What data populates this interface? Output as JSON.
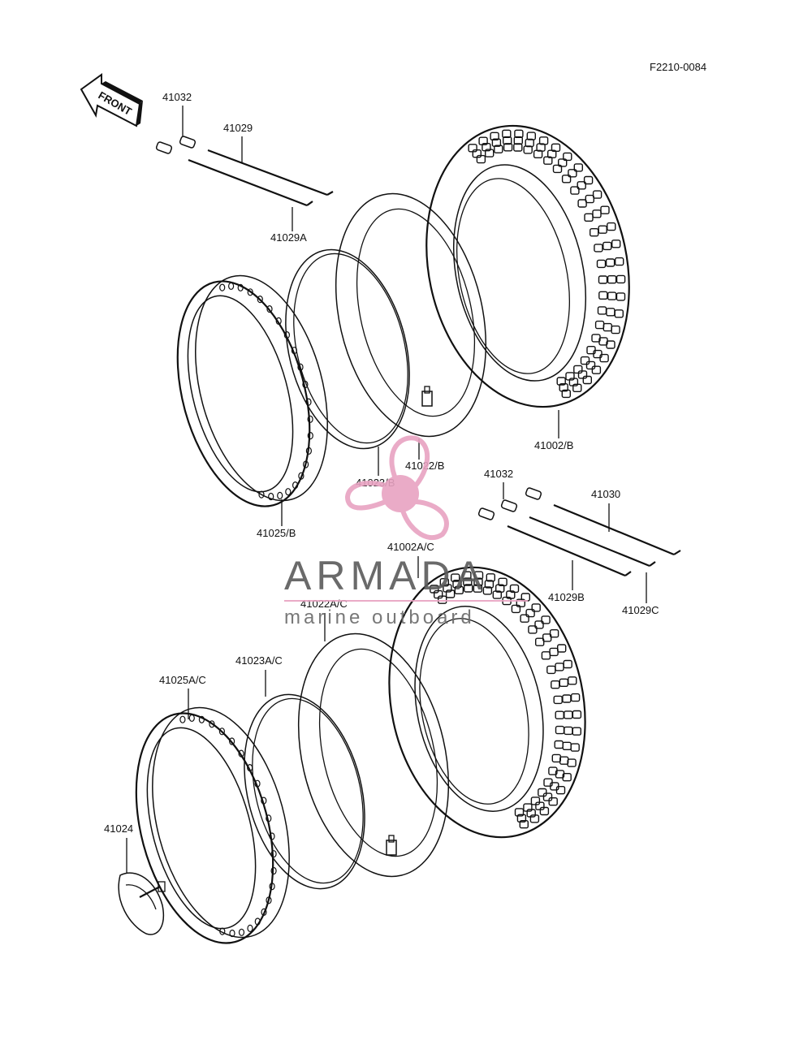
{
  "diagram": {
    "code": "F2210-0084",
    "front_arrow_label": "FRONT",
    "labels": {
      "p41032_top": "41032",
      "p41029": "41029",
      "p41029A": "41029A",
      "p41002B": "41002/B",
      "p41022B": "41022/B",
      "p41023B": "41023/B",
      "p41025B": "41025/B",
      "p41032_mid": "41032",
      "p41030": "41030",
      "p41029B": "41029B",
      "p41029C": "41029C",
      "p41002AC": "41002A/C",
      "p41022AC": "41022A/C",
      "p41023AC": "41023A/C",
      "p41025AC": "41025A/C",
      "p41024": "41024"
    }
  },
  "watermark": {
    "brand": "ARMADA",
    "tagline": "marine outboard",
    "colors": {
      "pink": "#e8a3c2",
      "grey": "#5a5a5a"
    }
  }
}
